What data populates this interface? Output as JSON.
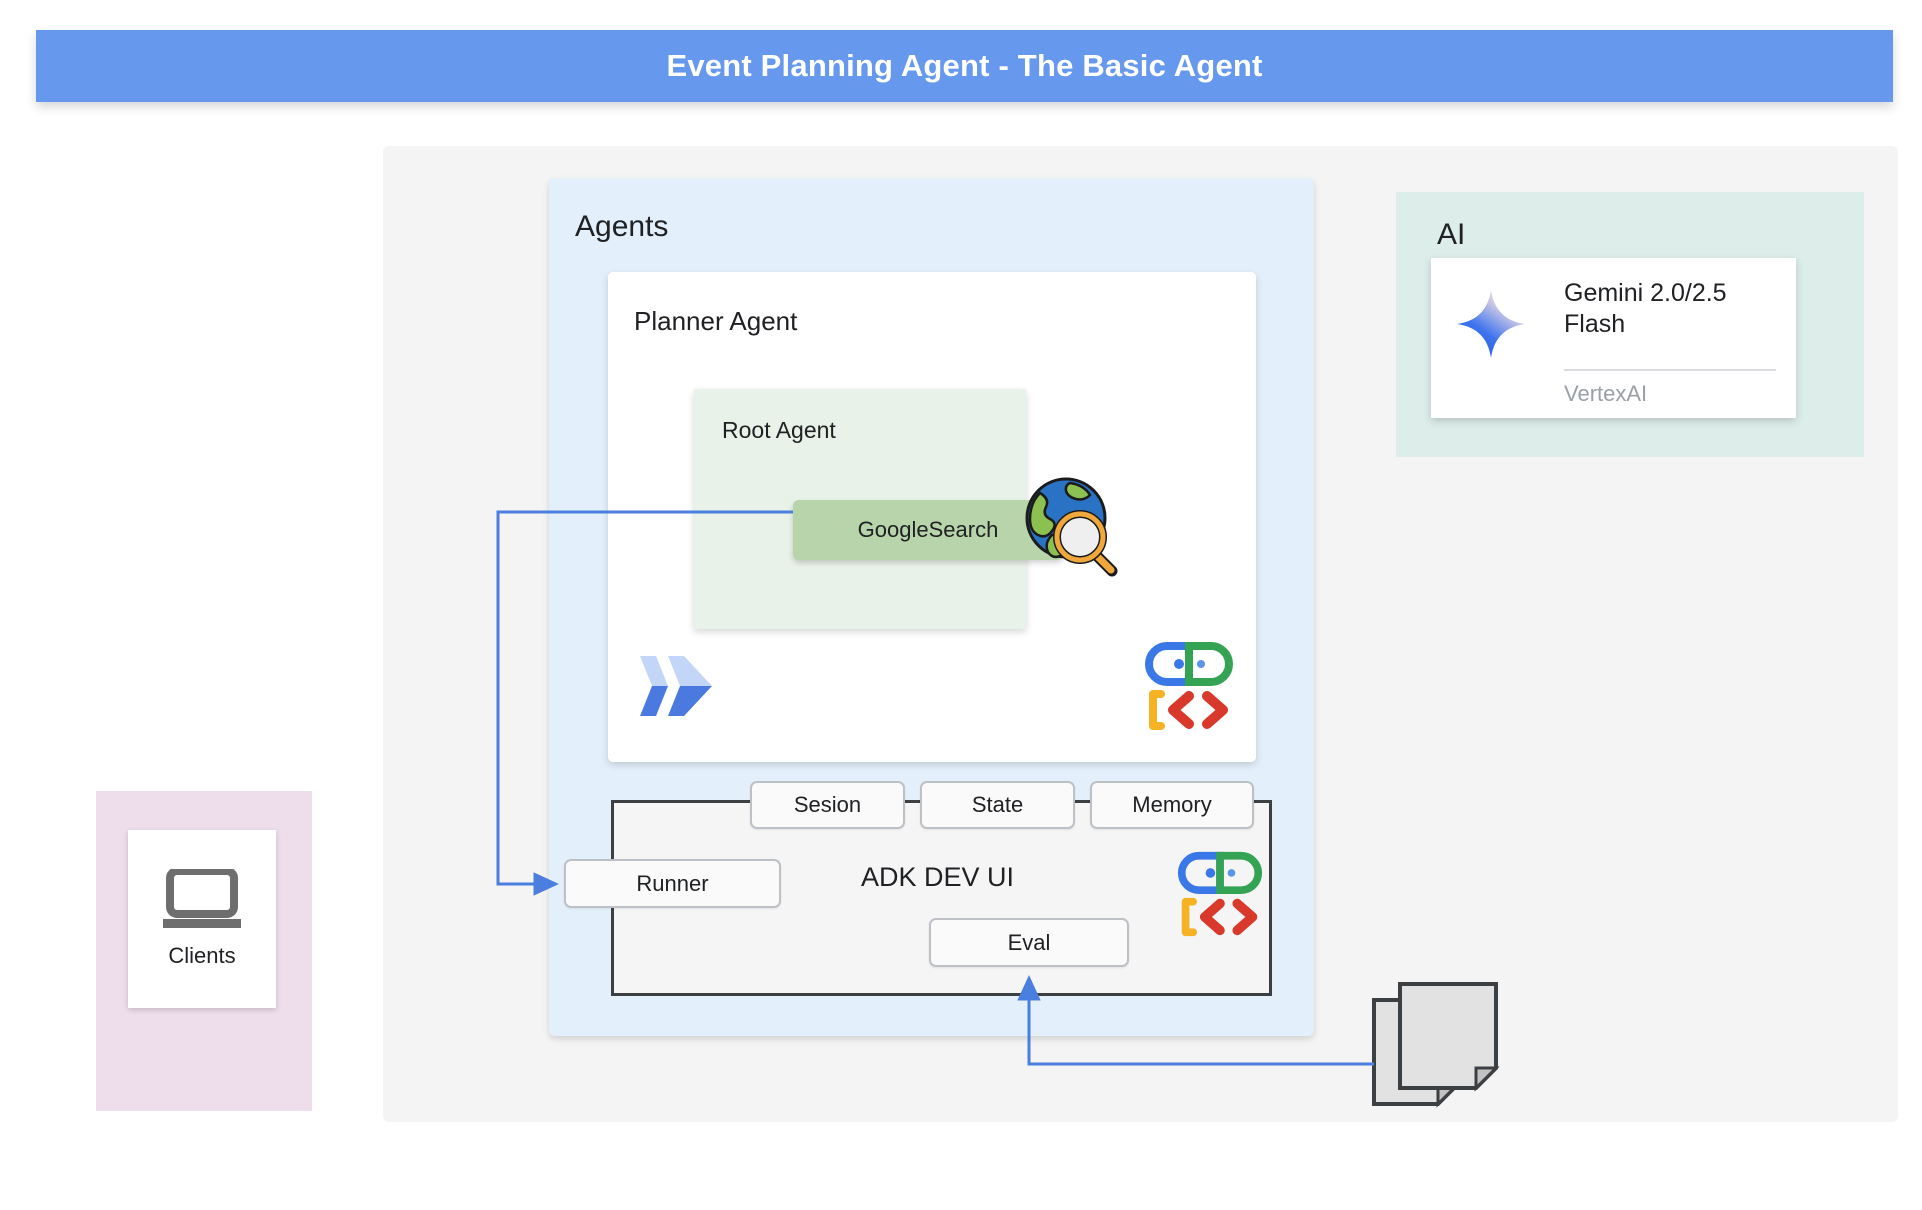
{
  "banner": {
    "title": "Event Planning Agent - The Basic Agent",
    "bg_color": "#6699ee",
    "text_color": "#ffffff"
  },
  "clients": {
    "panel_color": "#eedeec",
    "label": "Clients",
    "icon": "laptop-icon"
  },
  "agents": {
    "panel_title": "Agents",
    "panel_color": "#e3f0fb",
    "planner": {
      "title": "Planner Agent",
      "root_agent": {
        "title": "Root Agent",
        "box_color": "#e9f2e8",
        "tool_label": "GoogleSearch",
        "tool_color": "#b7d4aa",
        "tool_icon": "globe-search-icon"
      },
      "logo_icon": "adk-double-chevron-icon",
      "agent_code_icon": "robot-code-icon"
    },
    "dev_ui": {
      "label": "ADK DEV UI",
      "chips": [
        {
          "label": "Sesion"
        },
        {
          "label": "State"
        },
        {
          "label": "Memory"
        },
        {
          "label": "Runner"
        },
        {
          "label": "Eval"
        }
      ],
      "agent_code_icon": "robot-code-icon"
    }
  },
  "ai": {
    "panel_title": "AI",
    "panel_color": "#ddeeea",
    "model": {
      "name": "Gemini 2.0/2.5 Flash",
      "provider": "VertexAI",
      "icon": "gemini-sparkle-icon"
    }
  },
  "documents": {
    "icon": "documents-stack-icon"
  },
  "connectors": {
    "color": "#4a7fe0",
    "edges": [
      {
        "from": "google-search-chip",
        "to": "runner-chip"
      },
      {
        "from": "documents-stack",
        "to": "eval-chip"
      }
    ]
  }
}
